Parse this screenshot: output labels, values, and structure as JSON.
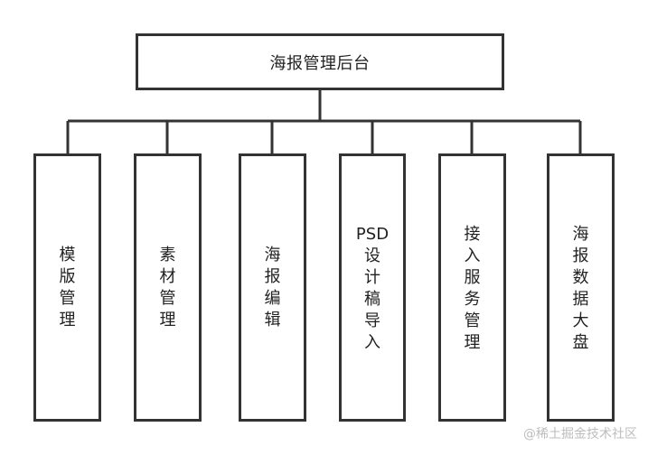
{
  "diagram": {
    "root": {
      "label": "海报管理后台"
    },
    "modules": [
      {
        "id": "template",
        "label": "模\n版\n管\n理"
      },
      {
        "id": "material",
        "label": "素\n材\n管\n理"
      },
      {
        "id": "editor",
        "label": "海\n报\n编\n辑"
      },
      {
        "id": "psd-import",
        "label": "PSD\n设\n计\n稿\n导\n入"
      },
      {
        "id": "service",
        "label": "接\n入\n服\n务\n管\n理"
      },
      {
        "id": "dashboard",
        "label": "海\n报\n数\n据\n大\n盘"
      }
    ],
    "line_color": "#333333"
  },
  "watermark": {
    "text": "@稀土掘金技术社区"
  }
}
